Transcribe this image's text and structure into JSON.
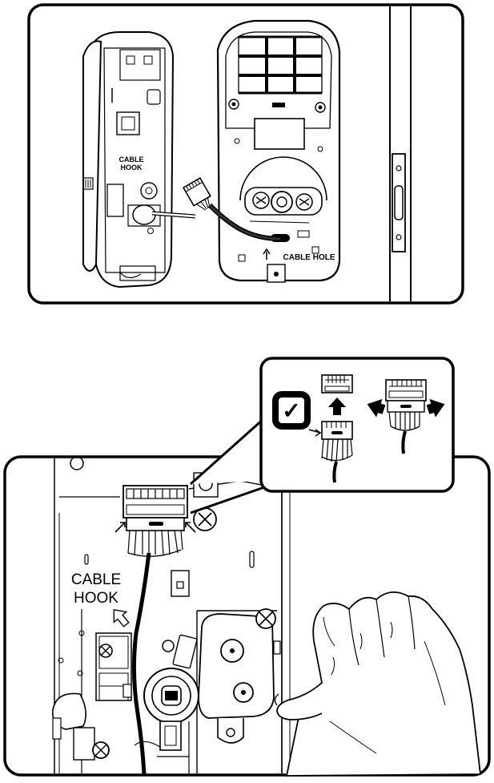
{
  "top_panel": {
    "cable_hook_label_line1": "CABLE",
    "cable_hook_label_line2": "HOOK",
    "cable_hole_label": "CABLE HOLE"
  },
  "bottom_panel": {
    "cable_hook_label_line1": "CABLE",
    "cable_hook_label_line2": "HOOK"
  },
  "callout": {
    "check_symbol": "✓"
  },
  "colors": {
    "stroke": "#000000",
    "background": "#ffffff",
    "cable": "#1a1a1a"
  }
}
